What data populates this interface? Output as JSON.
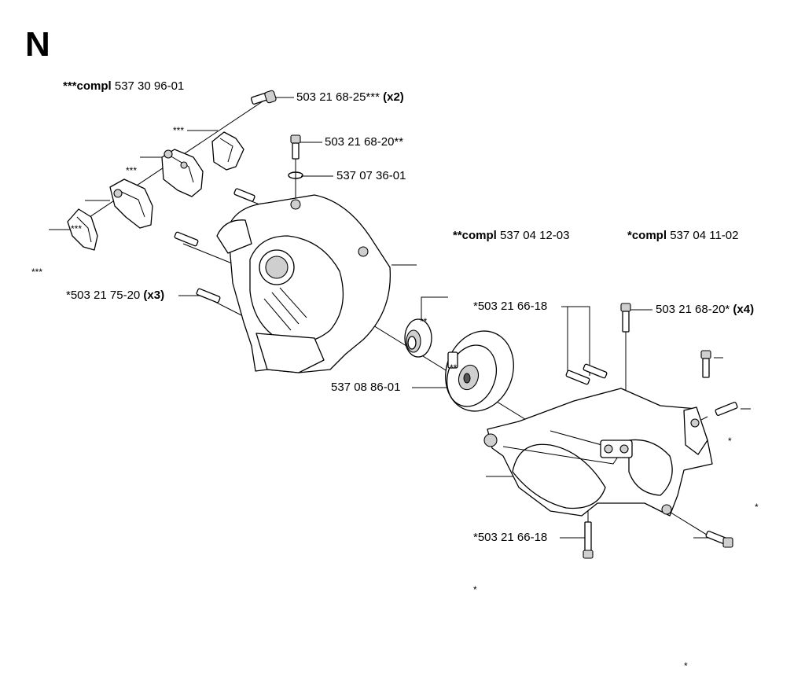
{
  "section_letter": "N",
  "assemblies": {
    "compl_3": {
      "prefix": "***compl",
      "number": "537 30 96-01"
    },
    "compl_2": {
      "prefix": "**compl",
      "number": "537 04 12-03"
    },
    "compl_1": {
      "prefix": "*compl",
      "number": "537 04 11-02"
    }
  },
  "callouts": {
    "screw_top": {
      "part": "503 21 68-25***",
      "qty": "(x2)"
    },
    "screw_mid": {
      "part": "503 21 68-20**",
      "qty": ""
    },
    "ring": {
      "part": "537 07 36-01",
      "qty": ""
    },
    "screw_left": {
      "part": "*503 21 75-20",
      "qty": "(x3)"
    },
    "screw_right_top": {
      "part": "503 21 68-20*",
      "qty": "(x4)"
    },
    "screw_pair": {
      "part": "*503 21 66-18",
      "qty": ""
    },
    "flywheel": {
      "part": "537 08 86-01",
      "qty": ""
    },
    "screw_bottom": {
      "part": "*503 21 66-18",
      "qty": ""
    }
  },
  "star_marks": {
    "s3": "***",
    "s2": "**",
    "s1": "*"
  }
}
